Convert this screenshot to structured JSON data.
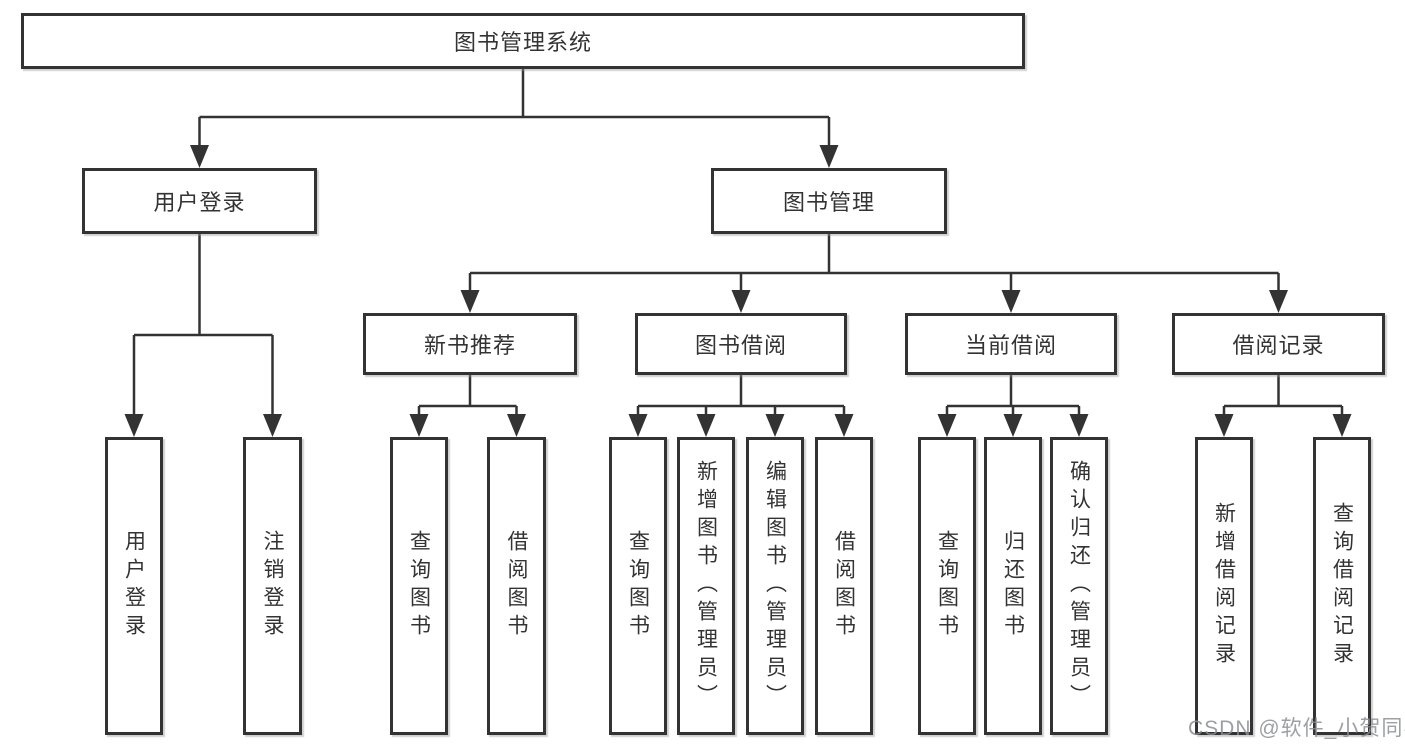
{
  "tree": {
    "root": {
      "label": "图书管理系统"
    },
    "branches": [
      {
        "label": "用户登录",
        "children": [
          {
            "label": "用户登录"
          },
          {
            "label": "注销登录"
          }
        ]
      },
      {
        "label": "图书管理",
        "children": [
          {
            "label": "新书推荐",
            "children": [
              {
                "label": "查询图书"
              },
              {
                "label": "借阅图书"
              }
            ]
          },
          {
            "label": "图书借阅",
            "children": [
              {
                "label": "查询图书"
              },
              {
                "label": "新增图书（管理员）"
              },
              {
                "label": "编辑图书（管理员）"
              },
              {
                "label": "借阅图书"
              }
            ]
          },
          {
            "label": "当前借阅",
            "children": [
              {
                "label": "查询图书"
              },
              {
                "label": "归还图书"
              },
              {
                "label": "确认归还（管理员）"
              }
            ]
          },
          {
            "label": "借阅记录",
            "children": [
              {
                "label": "新增借阅记录"
              },
              {
                "label": "查询借阅记录"
              }
            ]
          }
        ]
      }
    ]
  },
  "watermark": {
    "text": "CSDN @软件_小贺同学"
  },
  "colors": {
    "line": "#333333",
    "box_border": "#333333",
    "box_fill": "#ffffff",
    "text": "#333333",
    "watermark": "#8c8e94",
    "background": "#ffffff"
  }
}
